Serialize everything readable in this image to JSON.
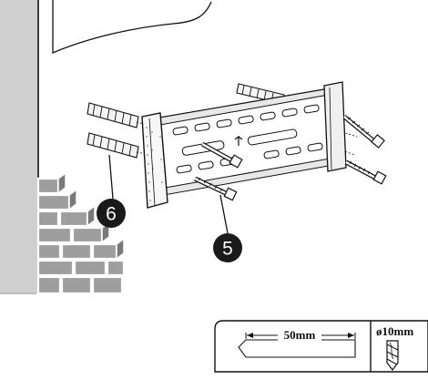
{
  "callouts": {
    "anchor_step": "6",
    "screw_step": "5"
  },
  "drill_spec": {
    "hole_depth": "50mm",
    "drill_diameter": "ø10mm"
  },
  "icons": {
    "depth_guide": "drill-depth-diagram",
    "drill_bit": "drill-bit-icon"
  },
  "colors": {
    "wall_gray": "#cfcfcf",
    "brick_gray": "#9a9a9a",
    "line_black": "#111111",
    "callout_black": "#1a1a1a"
  }
}
